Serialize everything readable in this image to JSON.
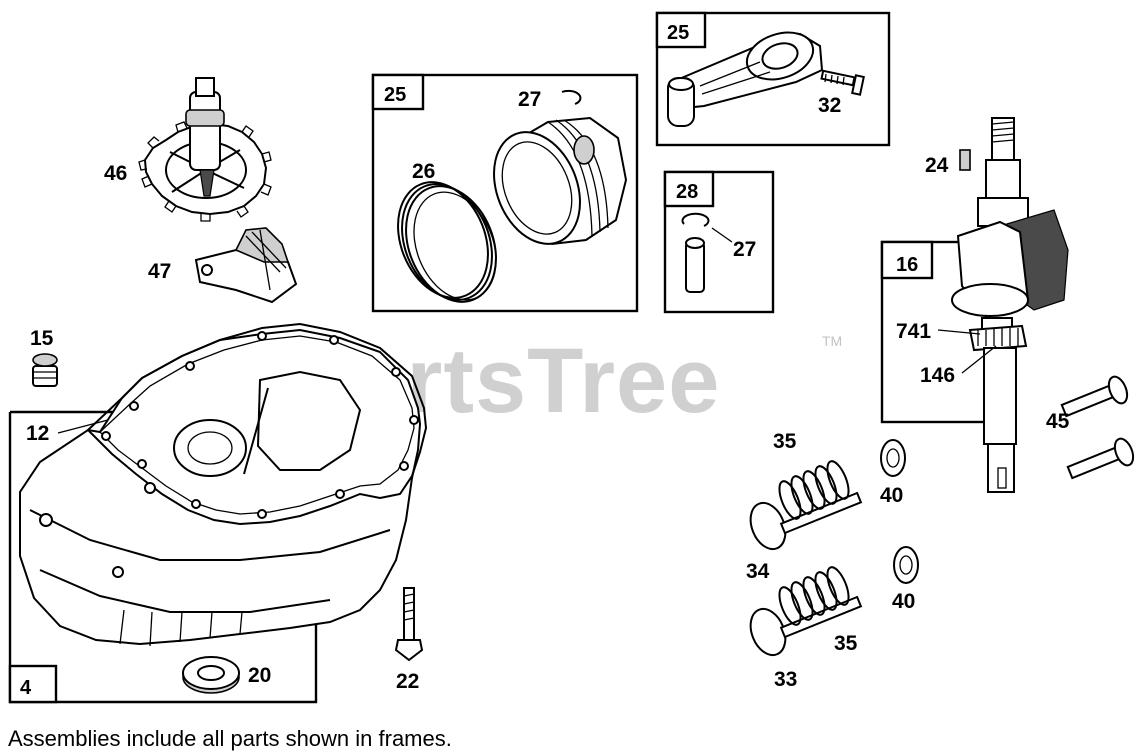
{
  "watermark": {
    "text": "PartsTree",
    "trademark": "TM"
  },
  "caption": "Assemblies include all parts shown in frames.",
  "frames": [
    {
      "id": "frame-4",
      "number": "4"
    },
    {
      "id": "frame-16",
      "number": "16"
    },
    {
      "id": "frame-25-piston",
      "number": "25"
    },
    {
      "id": "frame-25-rod",
      "number": "25"
    },
    {
      "id": "frame-28",
      "number": "28"
    }
  ],
  "labels": {
    "p46": "46",
    "p47": "47",
    "p15": "15",
    "p12": "12",
    "p20": "20",
    "p22": "22",
    "p26": "26",
    "p27a": "27",
    "p27b": "27",
    "p32": "32",
    "p24": "24",
    "p741": "741",
    "p146": "146",
    "p45": "45",
    "p35a": "35",
    "p35b": "35",
    "p40a": "40",
    "p40b": "40",
    "p34": "34",
    "p33": "33"
  }
}
